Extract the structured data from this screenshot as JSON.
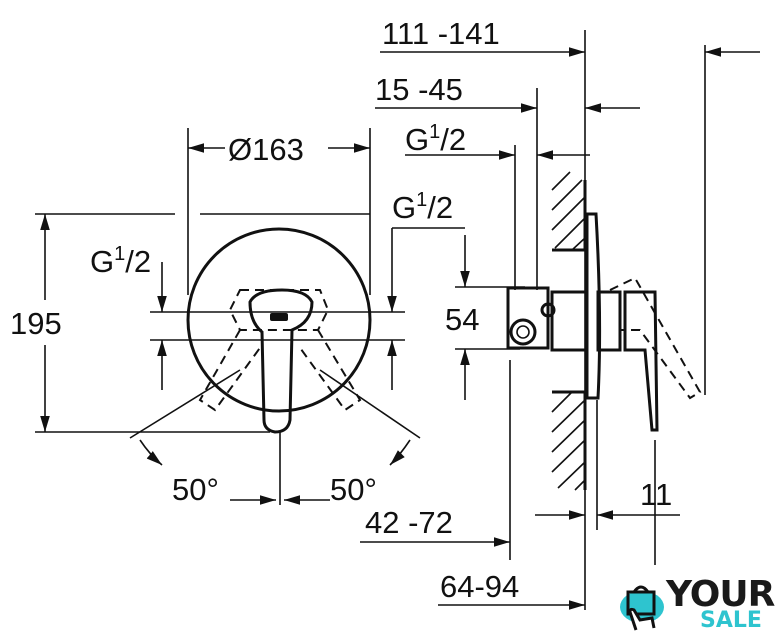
{
  "dimensions": {
    "top_overall": "111 -141",
    "top_offset": "15 -45",
    "diameter": "Ø163",
    "height": "195",
    "spacing": "54",
    "angle_left": "50°",
    "angle_right": "50°",
    "depth_min": "42 -72",
    "depth_max": "64-94",
    "plate": "11"
  },
  "thread": {
    "g": "G",
    "num": "1",
    "den": "/2"
  },
  "logo": {
    "word1": "YOUR",
    "word2": "SALE",
    "accent": "#2ec4cf"
  }
}
